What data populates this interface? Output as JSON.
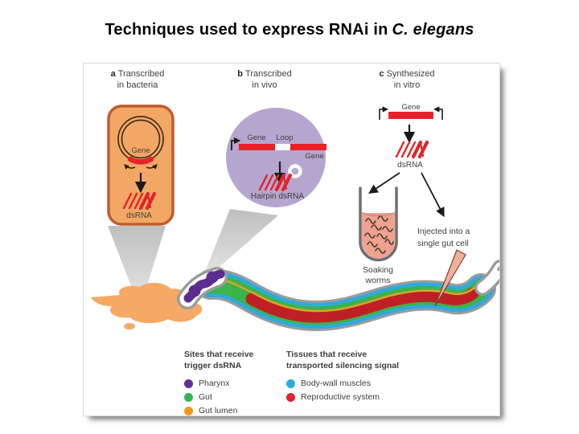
{
  "title": {
    "text": "Techniques used to express RNAi in",
    "italic": "C. elegans"
  },
  "panels": {
    "a": {
      "letter": "a",
      "title_line1": "Transcribed",
      "title_line2": "in bacteria",
      "plasmid_gene_label": "Gene",
      "dsrna_label": "dsRNA"
    },
    "b": {
      "letter": "b",
      "title_line1": "Transcribed",
      "title_line2": "in vivo",
      "gene_label_1": "Gene",
      "loop_label": "Loop",
      "gene_label_2": "Gene",
      "hairpin_label": "Hairpin dsRNA"
    },
    "c": {
      "letter": "c",
      "title_line1": "Synthesized",
      "title_line2": "in vitro",
      "gene_label": "Gene",
      "dsrna_label": "dsRNA",
      "soaking_label_line1": "Soaking",
      "soaking_label_line2": "worms",
      "injected_label_line1": "Injected into a",
      "injected_label_line2": "single gut cell"
    }
  },
  "legend": {
    "sites": {
      "header_line1": "Sites that receive",
      "header_line2": "trigger dsRNA",
      "items": [
        {
          "label": "Pharynx",
          "color": "#662D91"
        },
        {
          "label": "Gut",
          "color": "#2FB457"
        },
        {
          "label": "Gut lumen",
          "color": "#F7941E"
        }
      ]
    },
    "tissues": {
      "header_line1": "Tissues that receive",
      "header_line2": "transported silencing signal",
      "items": [
        {
          "label": "Body-wall muscles",
          "color": "#29ABE2"
        },
        {
          "label": "Reproductive system",
          "color": "#E8212E"
        }
      ]
    }
  },
  "colors": {
    "accent_red": "#E8222B",
    "bacterium_orange": "#F3A765",
    "bacterium_border": "#BF5B2D",
    "invivo_purple": "#B5A6CF",
    "worm_outline_gray": "#9C9C9B",
    "pharynx_purple": "#5B2D90",
    "gut_green": "#3BB44A",
    "gut_lumen_yellow": "#D8A42C",
    "body_wall_blue": "#2FAADE",
    "reproductive_red": "#BE2026",
    "soak_liquid_pink": "#EFA28F"
  }
}
